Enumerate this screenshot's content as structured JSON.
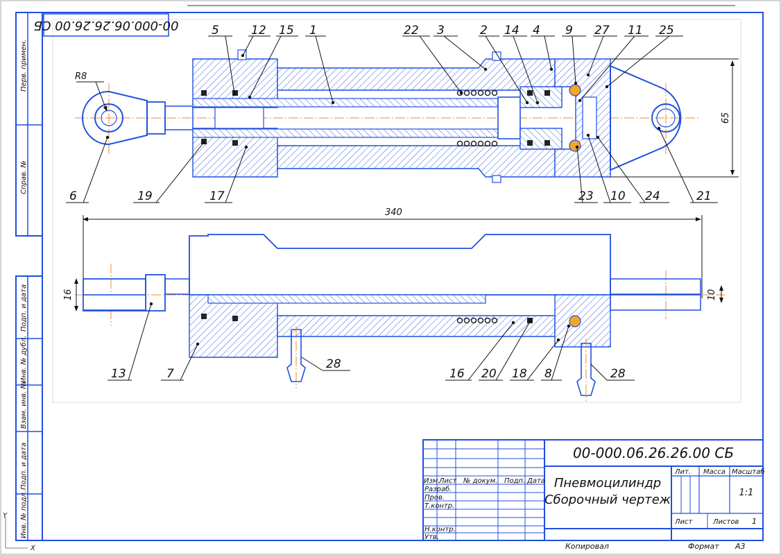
{
  "drawing": {
    "rotated_code": "00-000.06.26.26.00 СБ",
    "part_labels_top": [
      "5",
      "12",
      "15",
      "1",
      "22",
      "3",
      "2",
      "14",
      "4",
      "9",
      "27",
      "11",
      "25"
    ],
    "part_labels_left": [
      "6",
      "19",
      "17"
    ],
    "part_labels_bottom_row1": [
      "23",
      "10",
      "24",
      "21"
    ],
    "part_labels_lower": [
      "13",
      "7",
      "28",
      "16",
      "20",
      "18",
      "8",
      "28"
    ],
    "dims": {
      "radius": "R8",
      "height": "65",
      "length": "340",
      "rod_left": "16",
      "rod_right": "10"
    }
  },
  "side_stamps": {
    "first_use": "Перв. примен.",
    "ref_no": "Справ. №",
    "sign_date_1": "Подп. и дата",
    "inv_dup": "Инв. № дубл.",
    "replace_inv": "Взам. инв. №",
    "sign_date_2": "Подп. и дата",
    "inv_orig": "Инв. № подл."
  },
  "title_block": {
    "code": "00-000.06.26.26.00 СБ",
    "name_line1": "Пневмоцилиндр",
    "name_line2": "Сборочный чертеж",
    "col_izm": "Изм.",
    "col_list": "Лист",
    "col_doc": "№ докум.",
    "col_sign": "Подп.",
    "col_date": "Дата",
    "row_razrab": "Разраб.",
    "row_prov": "Пров.",
    "row_tkontr": "Т.контр.",
    "row_nkontr": "Н.контр.",
    "row_utv": "Утв.",
    "lit": "Лит.",
    "mass": "Масса",
    "scale": "Масштаб",
    "scale_value": "1:1",
    "sheet": "Лист",
    "sheets": "Листов",
    "sheets_value": "1",
    "copied": "Копировал",
    "format": "Формат",
    "format_value": "А3"
  },
  "axes_marker": {
    "x": "X",
    "y": "Y"
  }
}
